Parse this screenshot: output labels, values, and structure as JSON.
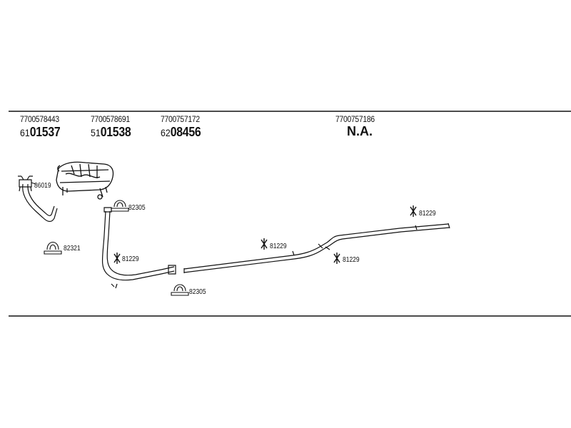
{
  "columns": [
    {
      "oe": "7700578443",
      "prefix": "61",
      "number": "01537"
    },
    {
      "oe": "7700578691",
      "prefix": "51",
      "number": "01538"
    },
    {
      "oe": "7700757172",
      "prefix": "62",
      "number": "08456"
    },
    {
      "oe": "7700757186",
      "prefix": "",
      "number": "N.A."
    }
  ],
  "labels": {
    "clamp_a": "86019",
    "clamp_b": "82305",
    "clamp_c": "82321",
    "hanger_a": "81229",
    "clamp_d": "82305",
    "hanger_b": "81229",
    "hanger_c": "81229",
    "hanger_d": "81229"
  },
  "colors": {
    "line": "#111111",
    "background": "#ffffff"
  }
}
